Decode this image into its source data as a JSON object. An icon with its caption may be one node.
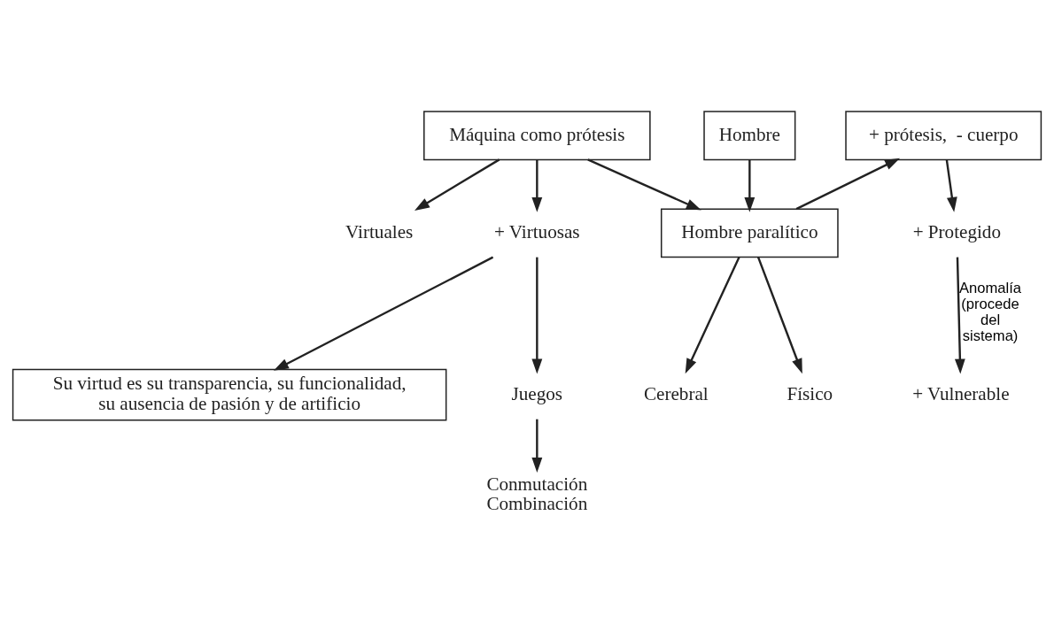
{
  "diagram": {
    "nodes": [
      {
        "text": [
          "Máquina como prótesis"
        ]
      },
      {
        "text": [
          "Hombre"
        ]
      },
      {
        "text": [
          "+ prótesis,  - cuerpo"
        ]
      },
      {
        "text": [
          "+ Protegido"
        ]
      },
      {
        "text": [
          "Hombre paralítico"
        ]
      },
      {
        "text": [
          "+ Vulnerable"
        ]
      },
      {
        "text": [
          "Físico"
        ]
      },
      {
        "text": [
          "Cerebral"
        ]
      },
      {
        "text": [
          "Virtuales"
        ]
      },
      {
        "text": [
          "+ Virtuosas"
        ]
      },
      {
        "text": [
          "Juegos"
        ]
      },
      {
        "text": [
          "Conmutación Combinación"
        ]
      },
      {
        "text": [
          "Su virtud es su transparencia, su funcionalidad, su ausencia de pasión y de artificio"
        ]
      }
    ],
    "edges": [
      {
        "from": 0,
        "to": 4,
        "arrow": "to"
      },
      {
        "from": 1,
        "to": 4,
        "arrow": "to"
      },
      {
        "from": 4,
        "to": 2,
        "arrow": "to"
      },
      {
        "from": 2,
        "to": 3,
        "arrow": "to"
      },
      {
        "from": 3,
        "to": 5,
        "arrow": "to",
        "label": "Anomalía (procede del sistema)"
      },
      {
        "from": 4,
        "to": 6,
        "arrow": "to"
      },
      {
        "from": 4,
        "to": 7,
        "arrow": "to"
      },
      {
        "from": 0,
        "to": 8,
        "arrow": "to"
      },
      {
        "from": 0,
        "to": 9,
        "arrow": "to"
      },
      {
        "from": 9,
        "to": 10,
        "arrow": "to"
      },
      {
        "from": 10,
        "to": 11,
        "arrow": "to"
      },
      {
        "from": 9,
        "to": 12,
        "arrow": "to"
      }
    ]
  }
}
